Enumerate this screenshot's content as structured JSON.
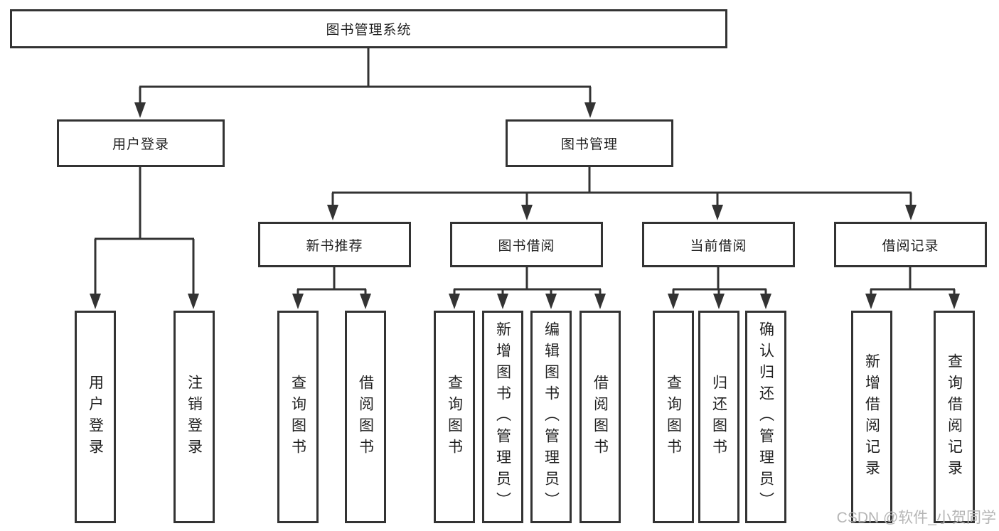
{
  "page": {
    "watermark": "CSDN @软件_小贺同学",
    "background": "#ffffff"
  },
  "colors": {
    "line": "#333333",
    "box-border": "#333333",
    "text": "#1f1f1f",
    "watermark": "#b5b5b5",
    "background": "#ffffff"
  },
  "tree": {
    "root": "图书管理系统",
    "branches": [
      {
        "label": "用户登录",
        "children": [
          "用户登录",
          "注销登录"
        ]
      },
      {
        "label": "图书管理",
        "children": [
          {
            "label": "新书推荐",
            "children": [
              "查询图书",
              "借阅图书"
            ]
          },
          {
            "label": "图书借阅",
            "children": [
              "查询图书",
              "新增图书（管理员）",
              "编辑图书（管理员）",
              "借阅图书"
            ]
          },
          {
            "label": "当前借阅",
            "children": [
              "查询图书",
              "归还图书",
              "确认归还（管理员）"
            ]
          },
          {
            "label": "借阅记录",
            "children": [
              "新增借阅记录",
              "查询借阅记录"
            ]
          }
        ]
      }
    ]
  }
}
